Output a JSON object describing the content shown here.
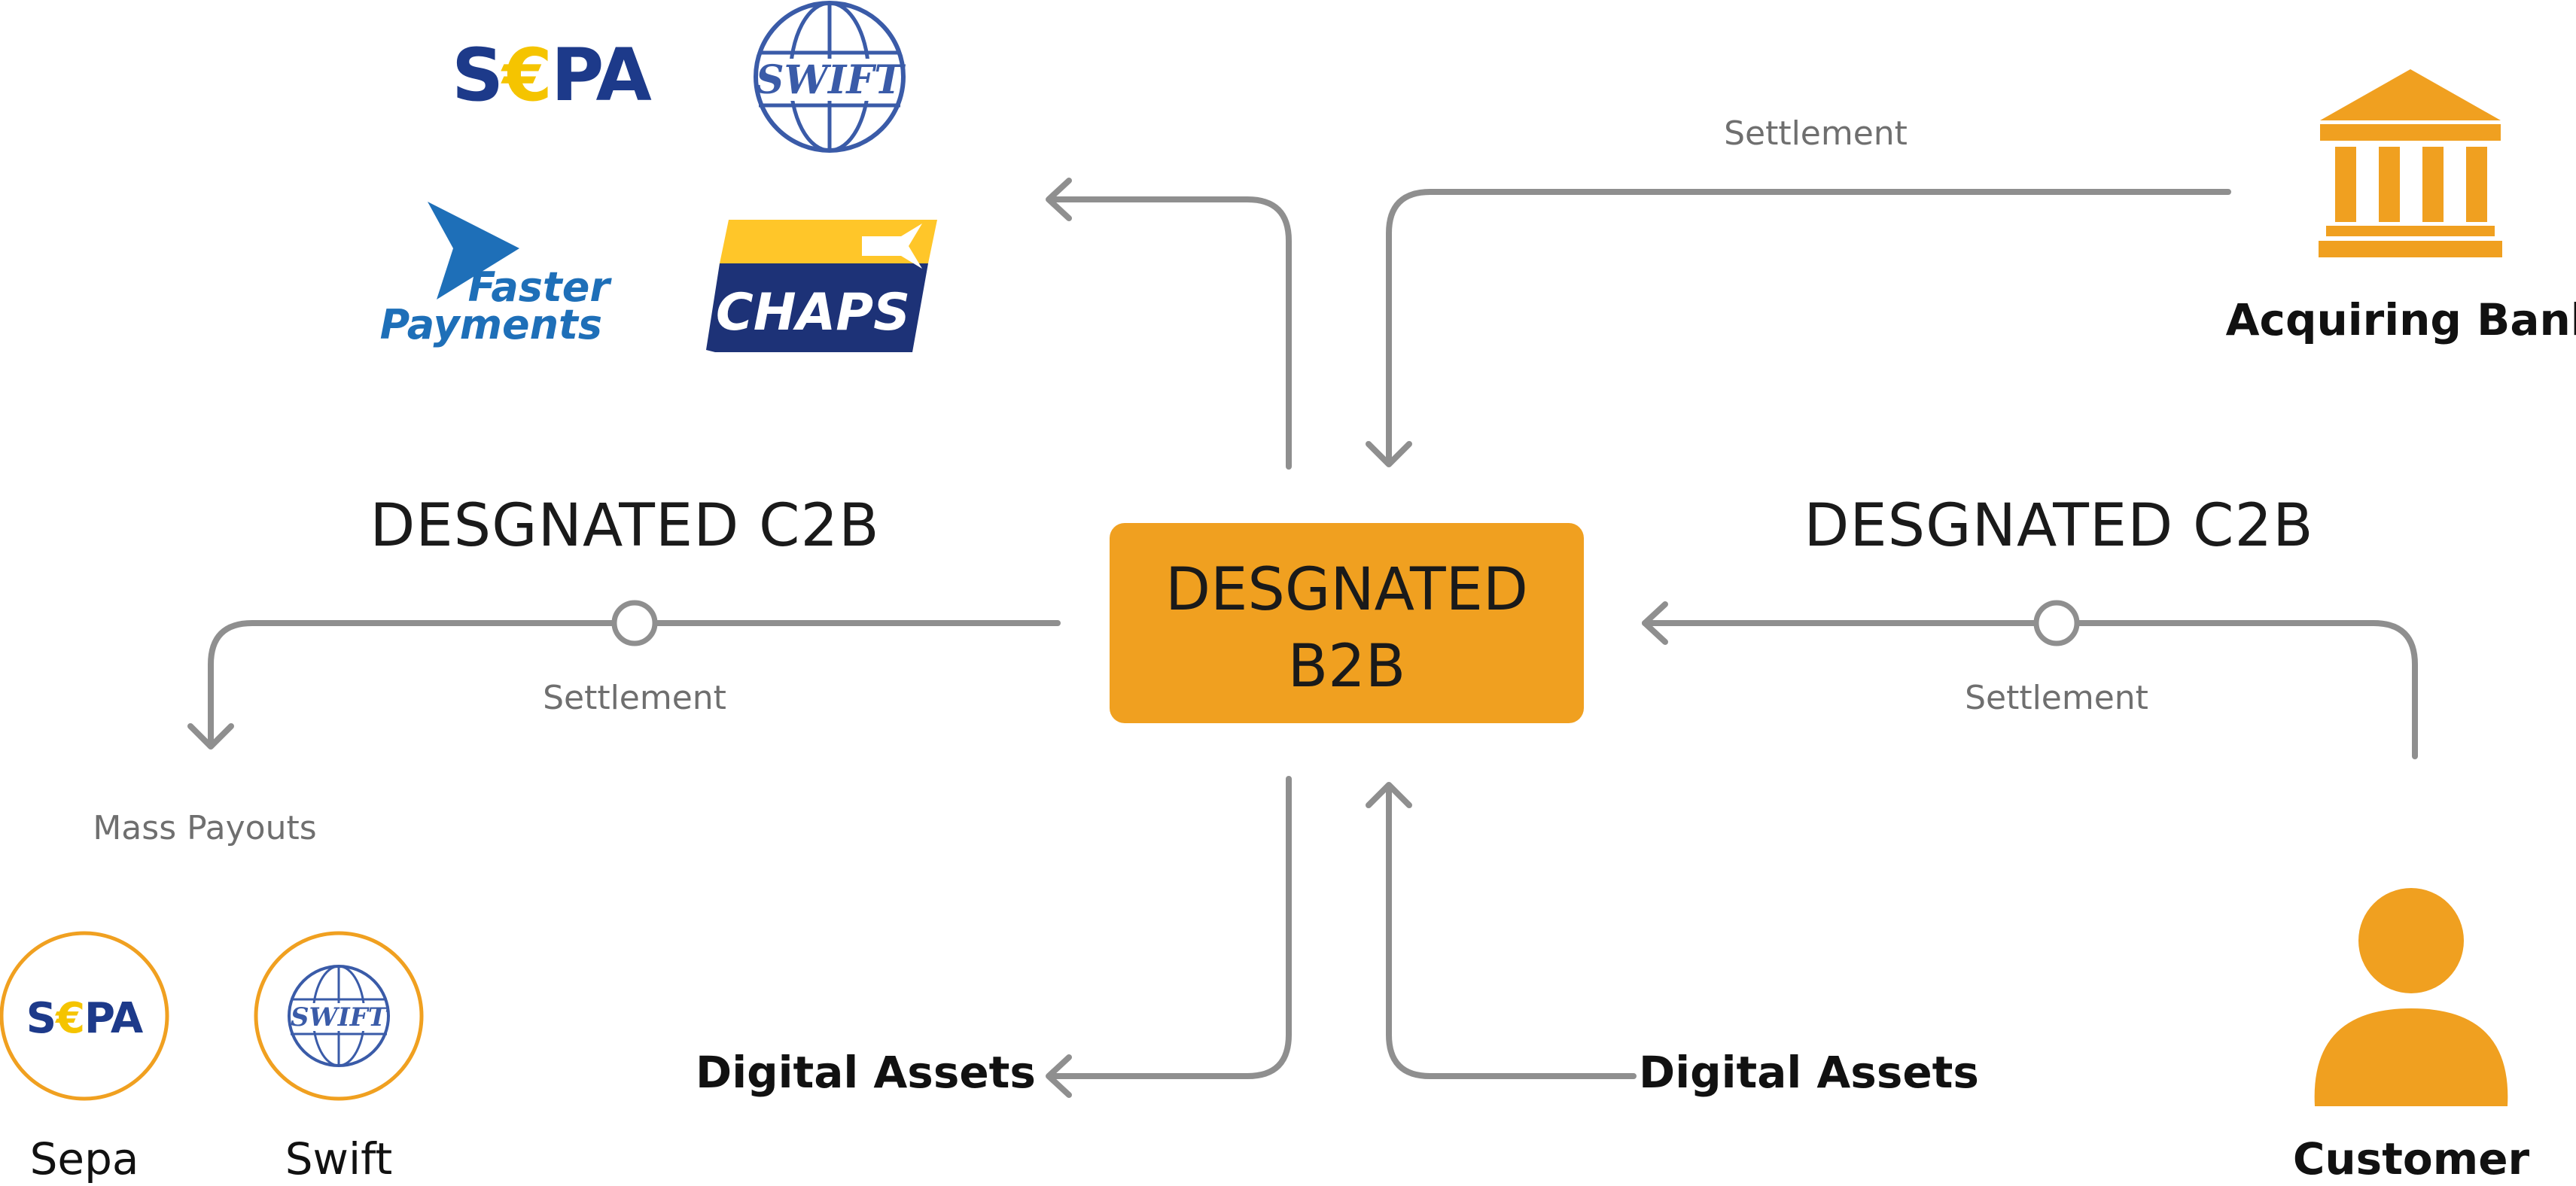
{
  "center": {
    "line1": "DESGNATED",
    "line2": "B2B"
  },
  "left_heading": "DESGNATED C2B",
  "right_heading": "DESGNATED C2B",
  "settlement_top": "Settlement",
  "settlement_left": "Settlement",
  "settlement_right": "Settlement",
  "mass_payouts": "Mass Payouts",
  "digital_assets_left": "Digital Assets",
  "digital_assets_right": "Digital Assets",
  "acquiring_bank": "Acquiring Bank",
  "customer": "Customer",
  "sepa_label": "Sepa",
  "swift_label": "Swift",
  "logos": {
    "sepa": "S€PA",
    "swift": "SWIFT",
    "faster_1": "Faster",
    "faster_2": "Payments",
    "chaps": "CHAPS"
  },
  "colors": {
    "accent": "#F0A020",
    "arrow": "#8F8F8F",
    "sepa_blue": "#1D3A8A",
    "sepa_yellow": "#F5C400",
    "swift_blue": "#3A5BA8",
    "faster_blue": "#1E6FB8",
    "chaps_navy": "#1D3277",
    "chaps_yellow": "#FFC629"
  },
  "icons": [
    "bank-icon",
    "customer-icon",
    "sepa-logo",
    "swift-logo",
    "faster-payments-logo",
    "chaps-logo"
  ]
}
